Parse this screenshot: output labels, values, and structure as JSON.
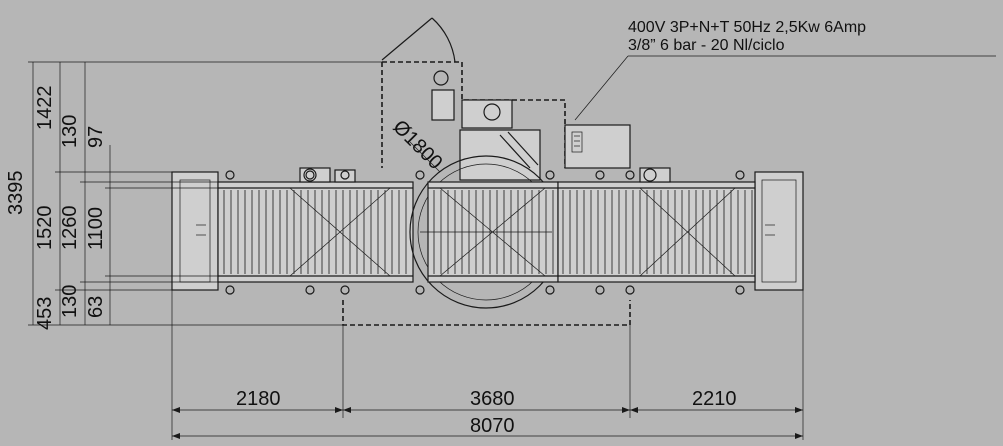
{
  "specs": {
    "electrical": "400V 3P+N+T 50Hz  2,5Kw  6Amp",
    "pneumatic": "3/8” 6 bar - 20 Nl/ciclo"
  },
  "turntable": {
    "diameter_label": "Ø1800"
  },
  "dimensions": {
    "horizontal": {
      "left": "2180",
      "center": "3680",
      "right": "2210",
      "total": "8070"
    },
    "vertical": {
      "total": "3395",
      "top": "1422",
      "middle": "1520",
      "bottom": "453",
      "inner_top": "130",
      "inner_middle": "1260",
      "inner_bottom": "130",
      "core_top": "97",
      "core_middle": "1100",
      "core_bottom": "63"
    }
  }
}
